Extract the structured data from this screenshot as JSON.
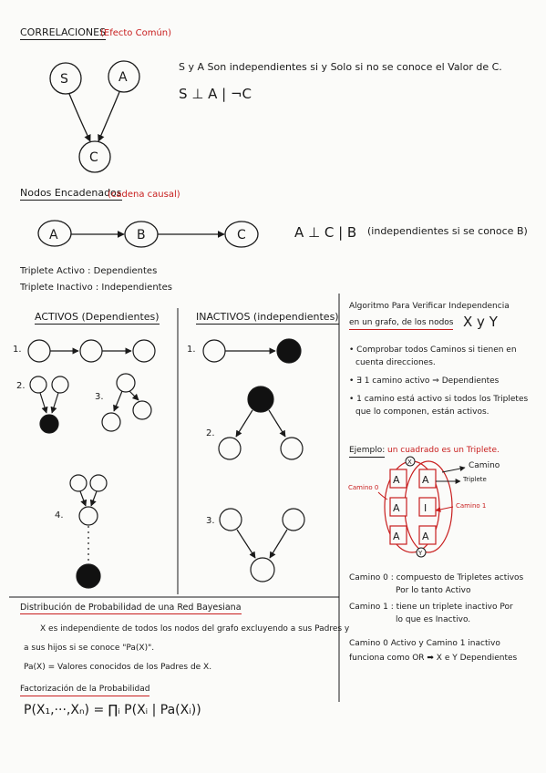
{
  "header": {
    "title": "CORRELACIONES",
    "subtitle": "(Efecto Común)"
  },
  "common_effect": {
    "nodes": [
      "S",
      "A",
      "C"
    ],
    "text1": "S y A  Son independientes  si y Solo si no se conoce el Valor de C.",
    "text2": "S ⊥ A | ¬C"
  },
  "chain": {
    "title": "Nodos Encadenados",
    "subtitle": "(cadena causal)",
    "nodes": [
      "A",
      "B",
      "C"
    ],
    "formula": "A ⊥ C | B",
    "formula_note": "(independientes si se conoce B)",
    "triple_active": "Triplete Activo : Dependientes",
    "triple_inactive": "Triplete Inactivo : Independientes"
  },
  "activos": {
    "title": "ACTIVOS (Dependientes)",
    "labels": [
      "1.",
      "2.",
      "3.",
      "4."
    ]
  },
  "inactivos": {
    "title": "INACTIVOS (independientes)",
    "labels": [
      "1.",
      "2.",
      "3."
    ]
  },
  "algoritmo": {
    "line1": "Algoritmo Para Verificar Independencia",
    "line2": "en un grafo, de los nodos",
    "line2_vars": "X y Y",
    "b1a": "• Comprobar todos Caminos si tienen en",
    "b1b": "cuenta direcciones.",
    "b2": "• ∃ 1 camino activo ⇒ Dependientes",
    "b3a": "• 1 camino está activo si todos los Tripletes",
    "b3b": "que lo componen, están activos."
  },
  "ejemplo": {
    "label": "Ejemplo:",
    "note": "un cuadrado es un Triplete.",
    "camino": "Camino",
    "triplete": "Triplete",
    "camino0": "Camino 0",
    "camino1": "Camino 1",
    "x_node": "X",
    "y_node": "Y",
    "cells": [
      "A",
      "A",
      "A",
      "I",
      "A",
      "A"
    ]
  },
  "caminos": {
    "c0a": "Camino 0 :  compuesto de Tripletes activos",
    "c0b": "Por lo tanto Activo",
    "c1a": "Camino 1 :  tiene un triplete inactivo Por",
    "c1b": "lo que es Inactivo.",
    "concl1": "Camino 0 Activo y Camino 1 inactivo",
    "concl2": "funciona como OR ➡ X e Y Dependientes"
  },
  "distribucion": {
    "title": "Distribución de Probabilidad de una Red Bayesiana",
    "l1": "X es independiente de todos los nodos del grafo excluyendo a sus Padres y",
    "l2": "a sus hijos si se conoce \"Pa(X)\".",
    "l3": "Pa(X) = Valores conocidos de los Padres de X.",
    "fact_title": "Factorización de la Probabilidad",
    "formula": "P(X₁,···,Xₙ) = ∏ᵢ P(Xᵢ | Pa(Xᵢ))"
  }
}
